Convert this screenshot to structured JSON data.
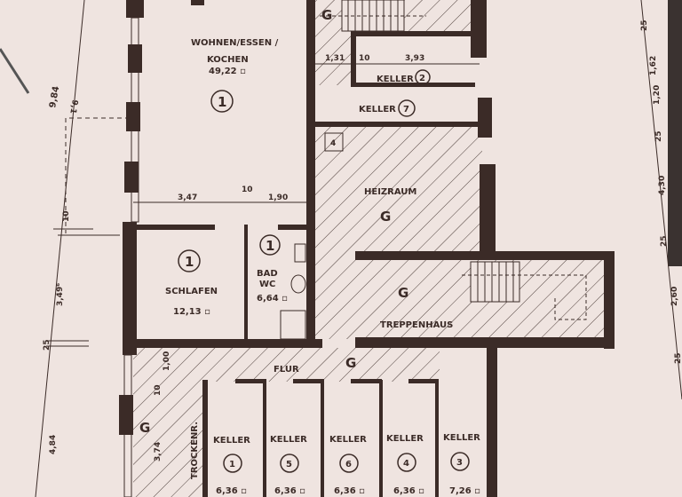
{
  "colors": {
    "paper": "#efe4e0",
    "ink": "#3b2b27"
  },
  "rooms": {
    "wohnen": {
      "name1": "WOHNEN/ESSEN /",
      "name2": "KOCHEN",
      "area": "49,22 ▫",
      "unit": "1"
    },
    "schlafen": {
      "name": "SCHLAFEN",
      "area": "12,13 ▫",
      "unit": "1"
    },
    "bad": {
      "name1": "BAD",
      "name2": "WC",
      "area": "6,64 ▫",
      "unit": "1"
    },
    "keller2": {
      "name": "KELLER",
      "unit": "2"
    },
    "keller7": {
      "name": "KELLER",
      "unit": "7"
    },
    "heizraum": {
      "name": "HEIZRAUM",
      "code": "G"
    },
    "treppenhaus": {
      "name": "TREPPENHAUS",
      "code": "G"
    },
    "flur": {
      "name": "FLUR",
      "code": "G"
    },
    "trockenraum": {
      "name": "TROCKENR.",
      "code": "G"
    },
    "top_stairs": {
      "code": "G"
    },
    "keller_row": [
      {
        "name": "KELLER",
        "unit": "1",
        "area": "6,36 ▫"
      },
      {
        "name": "KELLER",
        "unit": "5",
        "area": "6,36 ▫"
      },
      {
        "name": "KELLER",
        "unit": "6",
        "area": "6,36 ▫"
      },
      {
        "name": "KELLER",
        "unit": "4",
        "area": "6,36 ▫"
      },
      {
        "name": "KELLER",
        "unit": "3",
        "area": "7,26 ▫"
      }
    ]
  },
  "dimensions": {
    "inner": {
      "d347": "3,47",
      "d10": "10",
      "d190": "1,90",
      "d131": "1,31",
      "d10b": "10",
      "d393": "3,93",
      "d100": "1,00",
      "d10c": "10",
      "d374": "3,74"
    },
    "left": {
      "hand1": "9,84",
      "hand2": "9,1",
      "d10": "10",
      "d349": "3,49⁶",
      "d25": "25",
      "d484": "4,84"
    },
    "right": [
      "25",
      "1,62",
      "1,20",
      "25",
      "4,30",
      "25",
      "2,60",
      "25"
    ],
    "marker": "4"
  }
}
